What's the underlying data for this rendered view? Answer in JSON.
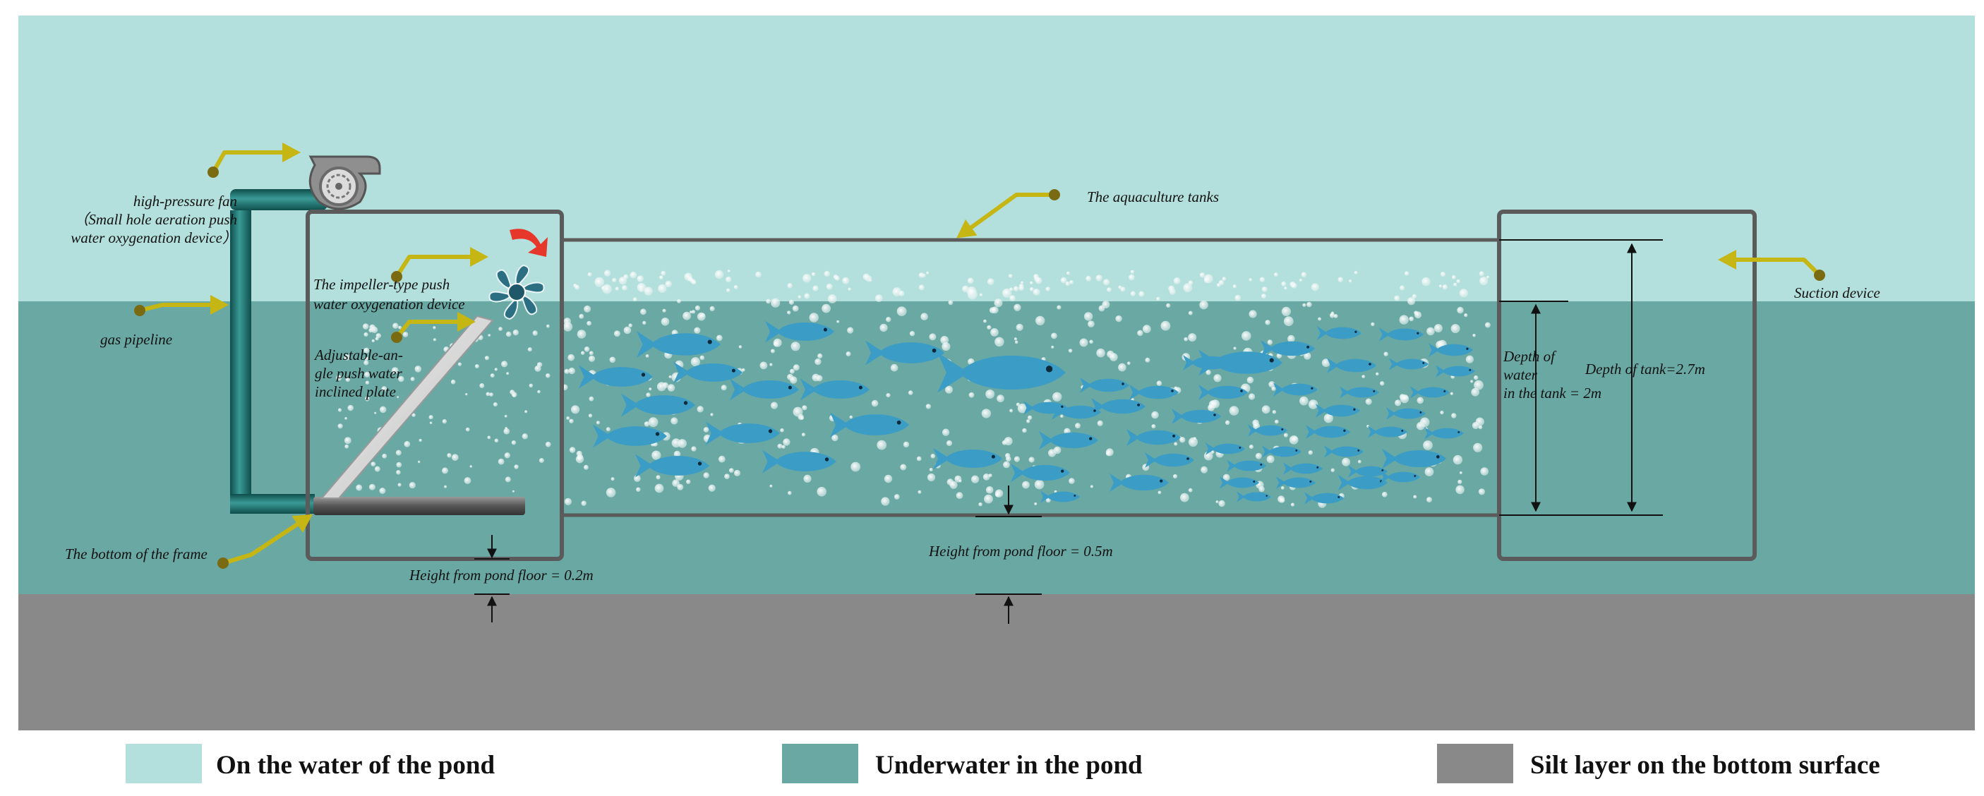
{
  "colors": {
    "surface": "#b3e0dc",
    "underwater": "#6aa8a3",
    "silt": "#898989",
    "frame": "#5b5b5b",
    "fish": "#3b9dc6",
    "arrow": "#c6b613",
    "dot": "#7a6a12",
    "pipe": "#1d6e6b",
    "impeller": "#2c6f83",
    "red_arrow": "#e6372a"
  },
  "labels": {
    "fan_line1": "high-pressure fan",
    "fan_line2": "（Small hole aeration push",
    "fan_line3": "water oxygenation device）",
    "gas_pipeline": "gas pipeline",
    "impeller_line1": "The  impeller-type  push",
    "impeller_line2": "water oxygenation device",
    "plate_line1": "Adjustable-an-",
    "plate_line2": "gle push water",
    "plate_line3": "inclined plate",
    "frame_bottom": "The bottom of the frame",
    "tanks": "The aquaculture  tanks",
    "suction": "Suction device",
    "tank_depth": "Depth of tank=2.7m",
    "water_depth_line1": "Depth of",
    "water_depth_line2": "water",
    "water_depth_line3": "in the tank = 2m",
    "height_frame": "Height from pond floor = 0.2m",
    "height_tank": "Height from pond floor = 0.5m"
  },
  "legend": [
    {
      "label": "On the water of the pond",
      "color": "#b3e0dc"
    },
    {
      "label": "Underwater in the pond",
      "color": "#6aa8a3"
    },
    {
      "label": "Silt layer on the bottom surface",
      "color": "#898989"
    }
  ],
  "icons": [
    "blower-fan-icon",
    "impeller-icon",
    "rotation-arrow-icon",
    "fish-icon"
  ]
}
